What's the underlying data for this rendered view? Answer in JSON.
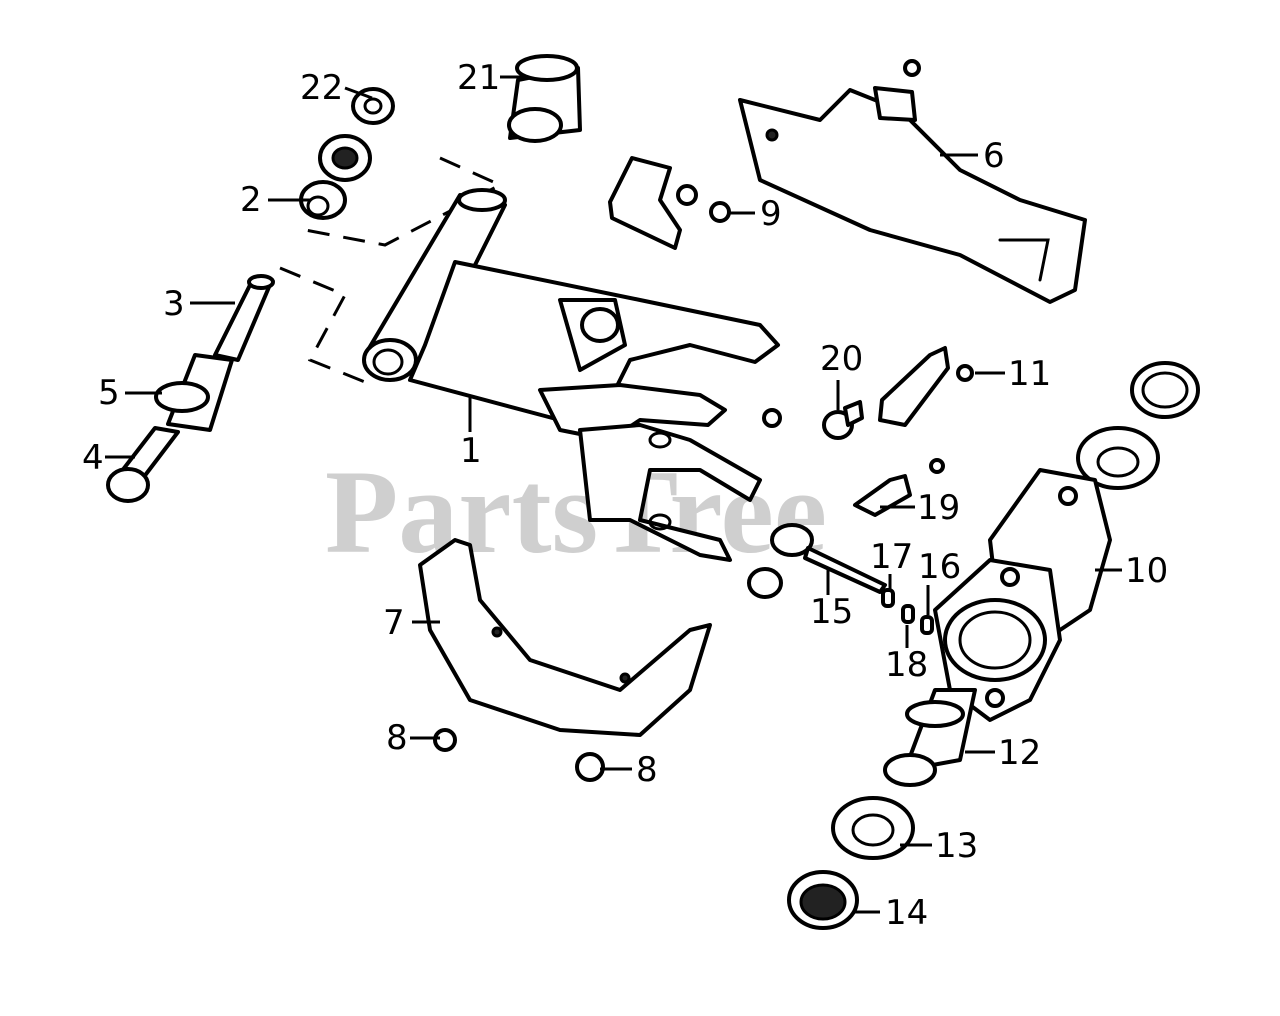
{
  "watermark": {
    "text": "PartsTree",
    "color": "#cfcfcf"
  },
  "callouts": [
    {
      "id": "c1",
      "label": "1"
    },
    {
      "id": "c2",
      "label": "2"
    },
    {
      "id": "c3",
      "label": "3"
    },
    {
      "id": "c4",
      "label": "4"
    },
    {
      "id": "c5",
      "label": "5"
    },
    {
      "id": "c6",
      "label": "6"
    },
    {
      "id": "c7",
      "label": "7"
    },
    {
      "id": "c8a",
      "label": "8"
    },
    {
      "id": "c8b",
      "label": "8"
    },
    {
      "id": "c9",
      "label": "9"
    },
    {
      "id": "c10",
      "label": "10"
    },
    {
      "id": "c11",
      "label": "11"
    },
    {
      "id": "c12",
      "label": "12"
    },
    {
      "id": "c13",
      "label": "13"
    },
    {
      "id": "c14",
      "label": "14"
    },
    {
      "id": "c15",
      "label": "15"
    },
    {
      "id": "c16",
      "label": "16"
    },
    {
      "id": "c17",
      "label": "17"
    },
    {
      "id": "c18",
      "label": "18"
    },
    {
      "id": "c19",
      "label": "19"
    },
    {
      "id": "c20",
      "label": "20"
    },
    {
      "id": "c21",
      "label": "21"
    },
    {
      "id": "c22",
      "label": "22"
    }
  ]
}
